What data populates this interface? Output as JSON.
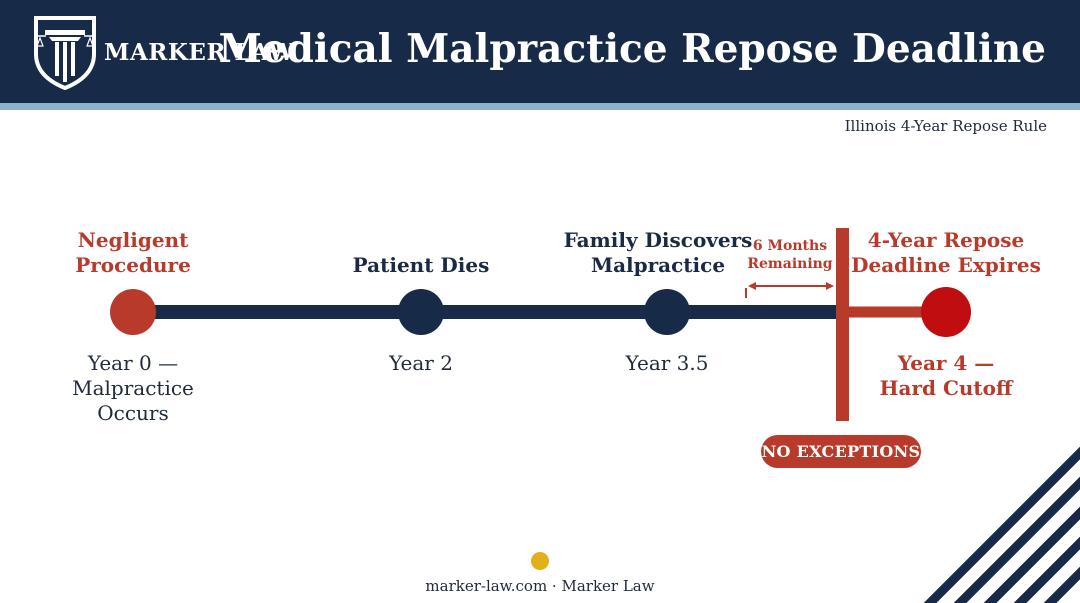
{
  "header": {
    "brand": "MARKER LAW",
    "title": "Medical Malpractice Repose Deadline",
    "subtitle": "Illinois 4-Year Repose Rule"
  },
  "timeline": {
    "events": [
      {
        "title_lines": [
          "Negligent",
          "Procedure"
        ],
        "date_lines": [
          "Year 0 —",
          "Malpractice",
          "Occurs"
        ],
        "highlight": true
      },
      {
        "title_lines": [
          "Patient Dies"
        ],
        "date_lines": [
          "Year 2"
        ],
        "highlight": false
      },
      {
        "title_lines": [
          "Family Discovers",
          "Malpractice"
        ],
        "date_lines": [
          "Year 3.5"
        ],
        "highlight": false
      },
      {
        "title_lines": [
          "4-Year Repose",
          "Deadline Expires"
        ],
        "date_lines": [
          "Year 4 —",
          "Hard Cutoff"
        ],
        "highlight": true
      }
    ],
    "remaining_lines": [
      "6 Months",
      "Remaining"
    ],
    "badge": "NO EXCEPTIONS"
  },
  "footer": {
    "text": "marker-law.com · Marker Law"
  },
  "colors": {
    "navy": "#172a47",
    "stripe": "#8bb3cf",
    "red": "#b73a2b",
    "deep_red": "#c00d10",
    "gold": "#e0b11a"
  },
  "icons": {
    "logo": "pillar-scales-shield-icon"
  }
}
